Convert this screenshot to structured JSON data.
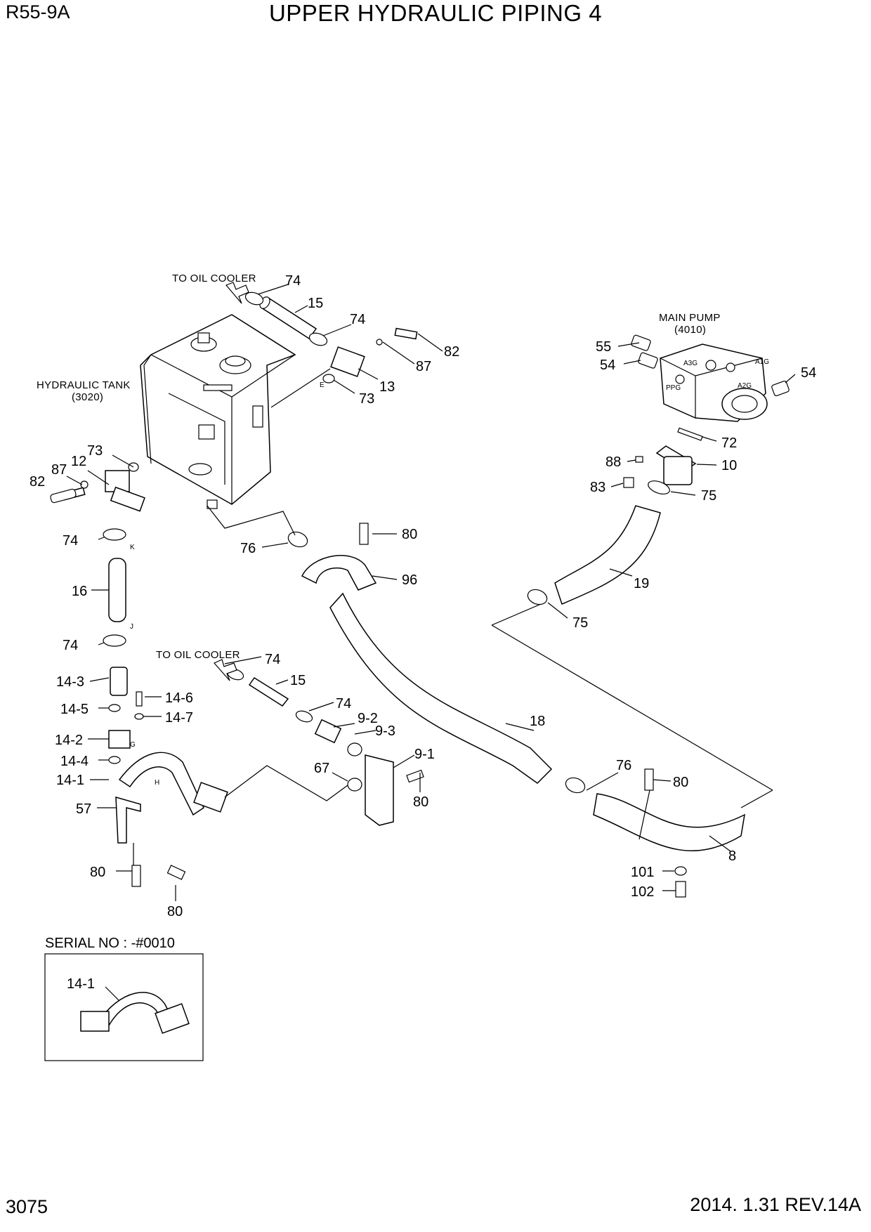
{
  "header": {
    "model": "R55-9A",
    "title": "UPPER HYDRAULIC PIPING 4"
  },
  "footer": {
    "page_number": "3075",
    "revision": "2014. 1.31  REV.14A"
  },
  "captions": {
    "to_oil_cooler_top": "TO OIL COOLER",
    "to_oil_cooler_mid": "TO OIL COOLER",
    "hydraulic_tank": "HYDRAULIC TANK",
    "hydraulic_tank_ref": "(3020)",
    "main_pump": "MAIN PUMP",
    "main_pump_ref": "(4010)",
    "serial_no": "SERIAL NO : -#0010"
  },
  "port_labels": {
    "e": "E",
    "k": "K",
    "j": "J",
    "g": "G",
    "h": "H",
    "a3g": "A3G",
    "a1g": "A1G",
    "ppg": "PPG",
    "a2g": "A2G"
  },
  "callouts": {
    "c74_top": "74",
    "c15_top": "15",
    "c74_top2": "74",
    "c82_right": "82",
    "c87_right": "87",
    "c13": "13",
    "c73_right": "73",
    "c73_left": "73",
    "c12": "12",
    "c87_left": "87",
    "c82_left": "82",
    "c74_k": "74",
    "c76_tank": "76",
    "c80_clamp": "80",
    "c96": "96",
    "c16": "16",
    "c74_j": "74",
    "c55": "55",
    "c54_left": "54",
    "c54_right": "54",
    "c72": "72",
    "c88": "88",
    "c10": "10",
    "c83": "83",
    "c75_top": "75",
    "c19": "19",
    "c75_mid": "75",
    "c74_mid": "74",
    "c15_mid": "15",
    "c74_mid2": "74",
    "c14_3": "14-3",
    "c14_6": "14-6",
    "c14_5": "14-5",
    "c14_7": "14-7",
    "c14_2": "14-2",
    "c9_2": "9-2",
    "c9_3": "9-3",
    "c14_4": "14-4",
    "c9_1": "9-1",
    "c67": "67",
    "c14_1": "14-1",
    "c80_mid": "80",
    "c57": "57",
    "c18": "18",
    "c76_bottom": "76",
    "c80_right": "80",
    "c8": "8",
    "c101": "101",
    "c102": "102",
    "c80_bl1": "80",
    "c80_bl2": "80",
    "c14_1_inset": "14-1"
  }
}
